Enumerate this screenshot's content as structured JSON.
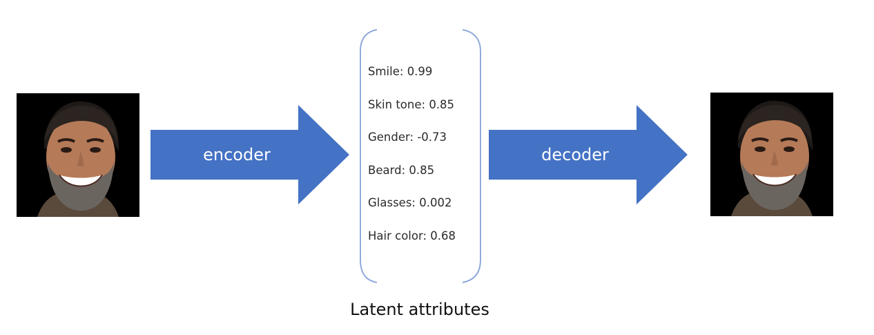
{
  "diagram": {
    "arrows": {
      "encoder_label": "encoder",
      "decoder_label": "decoder"
    },
    "latent": {
      "attributes": [
        {
          "name": "Smile",
          "value": "0.99"
        },
        {
          "name": "Skin tone",
          "value": "0.85"
        },
        {
          "name": "Gender",
          "value": "-0.73"
        },
        {
          "name": "Beard",
          "value": "0.85"
        },
        {
          "name": "Glasses",
          "value": "0.002"
        },
        {
          "name": "Hair color",
          "value": "0.68"
        }
      ],
      "caption": "Latent attributes"
    },
    "colors": {
      "arrow_fill": "#4472C4",
      "bracket_stroke": "#8FAADC",
      "face_background": "#000000"
    }
  }
}
